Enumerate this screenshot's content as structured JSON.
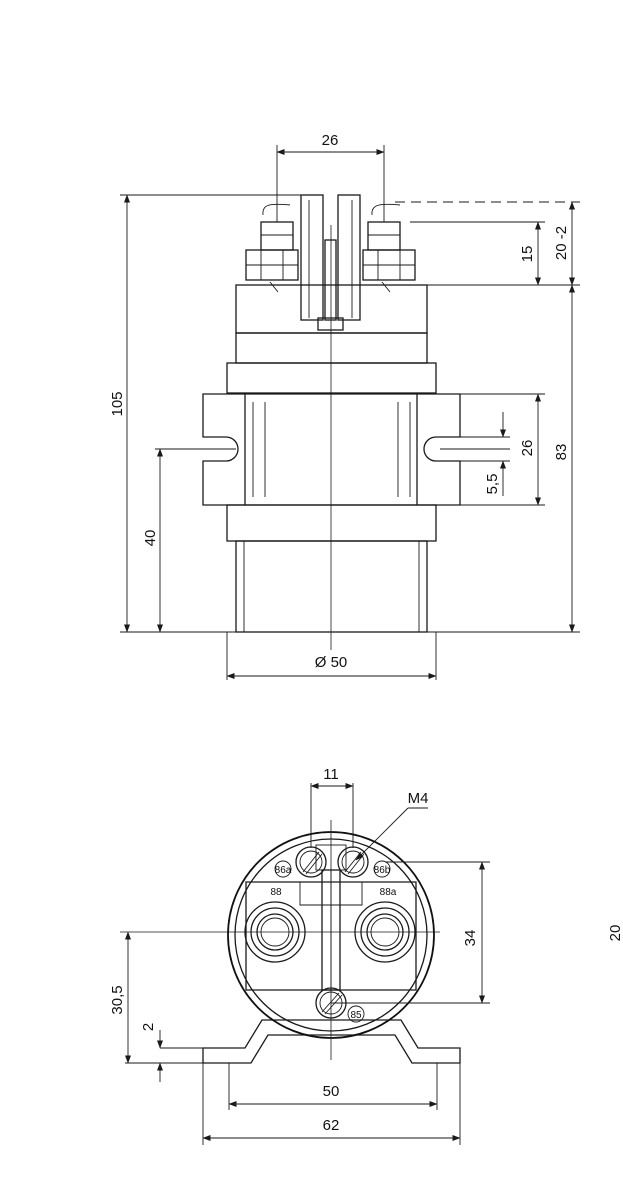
{
  "side_view": {
    "dims": {
      "terminal_spacing": "26",
      "overall_height": "105",
      "terminal_height": "15",
      "terminal_total": "20 -2",
      "body_height": "83",
      "slot_spacing": "26",
      "slot_width": "5,5",
      "mount_height": "40",
      "diameter": "Ø 50"
    }
  },
  "top_view": {
    "dims": {
      "small_terminal_spacing": "11",
      "thread": "M4",
      "main_terminal_spacing": "34",
      "center_height": "30,5",
      "base_thickness": "2",
      "inner_width": "50",
      "outer_width": "62"
    },
    "terminals": {
      "t86a": "86a",
      "t86b": "86b",
      "t88": "88",
      "t88a": "88a",
      "t85": "85"
    }
  },
  "edge_mark": "20"
}
